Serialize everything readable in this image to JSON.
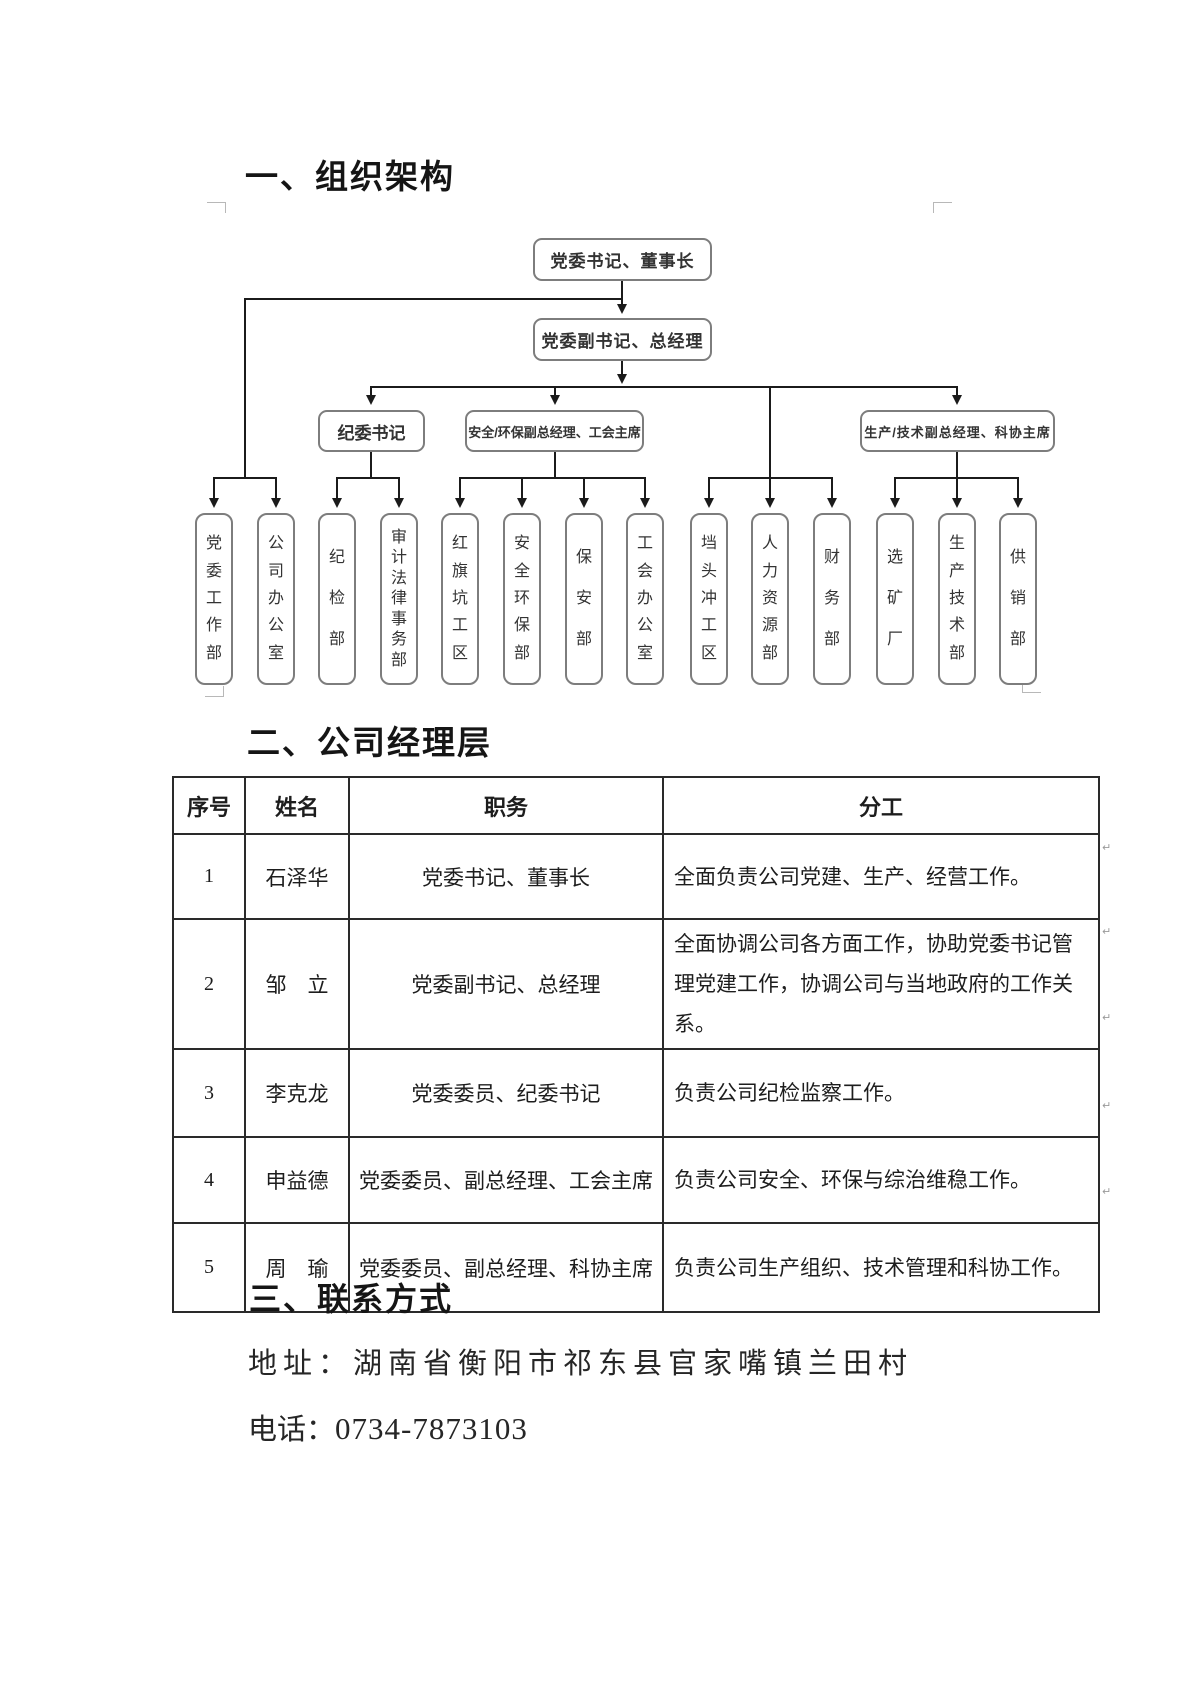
{
  "headings": {
    "section1": "一、组织架构",
    "section2": "二、公司经理层",
    "section3": "三、联系方式"
  },
  "org_chart": {
    "level1": "党委书记、董事长",
    "level2": "党委副书记、总经理",
    "level3": {
      "discipline": "纪委书记",
      "safety": "安全/环保副总经理、工会主席",
      "production": "生产/技术副总经理、科协主席"
    },
    "departments": [
      "党委工作部",
      "公司办公室",
      "纪检部",
      "审计法律事务部",
      "红旗坑工区",
      "安全环保部",
      "保安部",
      "工会办公室",
      "垱头冲工区",
      "人力资源部",
      "财务部",
      "选矿厂",
      "生产技术部",
      "供销部"
    ]
  },
  "table": {
    "headers": [
      "序号",
      "姓名",
      "职务",
      "分工"
    ],
    "rows": [
      {
        "no": "1",
        "name": "石泽华",
        "title": "党委书记、董事长",
        "duty": "全面负责公司党建、生产、经营工作。"
      },
      {
        "no": "2",
        "name": "邹　立",
        "title": "党委副书记、总经理",
        "duty": "全面协调公司各方面工作，协助党委书记管理党建工作，协调公司与当地政府的工作关系。"
      },
      {
        "no": "3",
        "name": "李克龙",
        "title": "党委委员、纪委书记",
        "duty": "负责公司纪检监察工作。"
      },
      {
        "no": "4",
        "name": "申益德",
        "title": "党委委员、副总经理、工会主席",
        "duty": "负责公司安全、环保与综治维稳工作。"
      },
      {
        "no": "5",
        "name": "周　瑜",
        "title": "党委委员、副总经理、科协主席",
        "duty": "负责公司生产组织、技术管理和科协工作。"
      }
    ]
  },
  "contact": {
    "address_label": "地址：",
    "address_value": "湖南省衡阳市祁东县官家嘴镇兰田村",
    "phone_label": "电话：",
    "phone_value": "0734-7873103"
  },
  "decor": {
    "paragraph_mark": "↵"
  }
}
